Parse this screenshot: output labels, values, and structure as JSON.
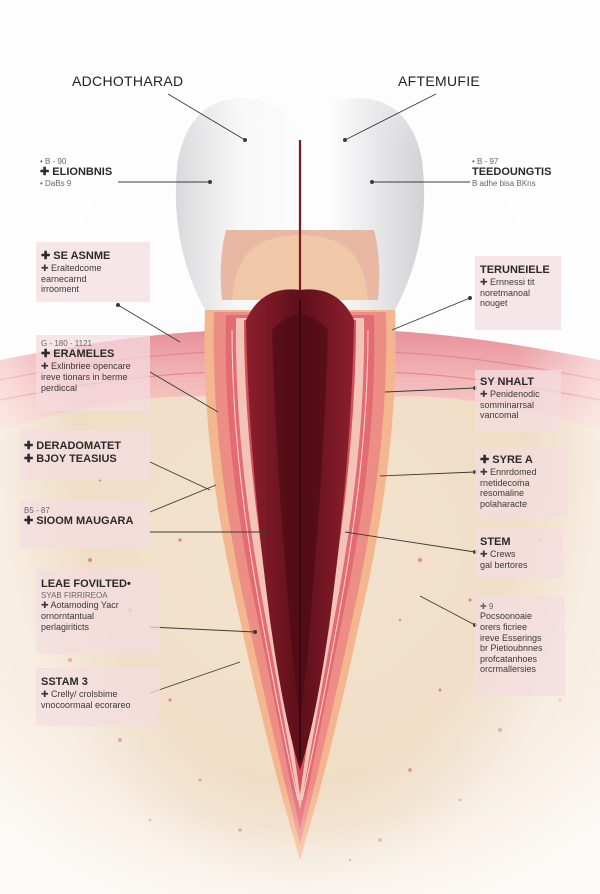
{
  "titles": {
    "left": "ADCHOTHARAD",
    "right": "AFTEMUFIE"
  },
  "labels": {
    "l1": {
      "small": "• B - 90",
      "head": "✚ ELIONBNIS",
      "sub": "• DaBs 9"
    },
    "l2": {
      "head": "✚ SE ASNME",
      "b1": "✚ Eraltedcome earnecarnd",
      "b2": "irrooment"
    },
    "l3": {
      "small": "G - 180 - 1121",
      "head": "✚ ERAMELES",
      "b1": "✚ Exlinbriee opencare",
      "b2": "ireve tionars in berme",
      "b3": "perdiccal"
    },
    "l4": {
      "head": "✚ DERADOMATET",
      "h2": "✚ BJOY TEASIUS"
    },
    "l5": {
      "small": "B5 - 87",
      "head": "✚ SIOOM MAUGARA"
    },
    "l6": {
      "head": "LEAE FOVILTED•",
      "b1": "SYAB FIRRIREOA",
      "b2": "✚ Aotamoding Yacr",
      "b3": "ornorntantual",
      "b4": "perlagiriticts"
    },
    "l7": {
      "head": "SSTAM 3",
      "b1": "✚ Crelly/ crolsbime",
      "b2": "vnocoormaal ecorareo"
    },
    "r1": {
      "small": "• B - 97",
      "head": "TEEDOUNGTIS",
      "sub": "B adhe bisa BKns"
    },
    "r2": {
      "head": "TERUNEIELE",
      "b1": "✚ Ernnessi tit",
      "b2": "noretmanoal",
      "b3": "nouget"
    },
    "r3": {
      "head": "SY NHALT",
      "b1": "✚ Penidenodic",
      "b2": "somminarrsal",
      "b3": "vancomal"
    },
    "r4": {
      "head": "✚ SYRE A",
      "b1": "✚ Ennrdomed",
      "b2": "rnetidecoma",
      "b3": "resomaline",
      "b4": "polaharacte"
    },
    "r5": {
      "head": "STEM",
      "b1": "✚ Crews",
      "b2": "gal bertores"
    },
    "r6": {
      "small": "✚ 9",
      "b1": "Pocsoonoaie",
      "b2": "orers ficriee",
      "b3": "ireve Esserings",
      "b4": "br Pietioubnnes",
      "b5": "profcatanhoes",
      "b6": "orcrmallersies"
    }
  }
}
